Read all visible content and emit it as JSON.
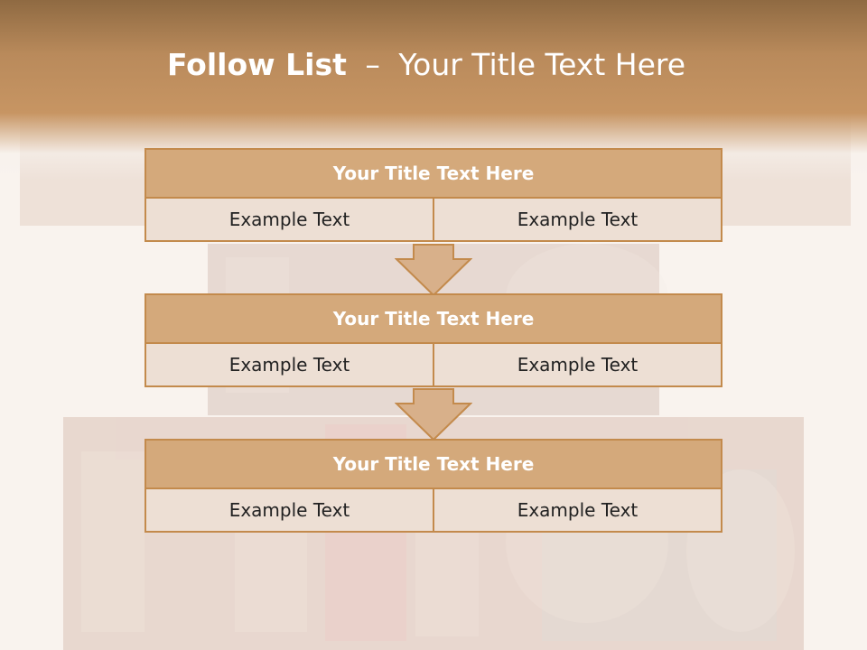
{
  "title": {
    "bold": "Follow List",
    "separator": "–",
    "rest": "Your Title Text Here"
  },
  "colors": {
    "header": "#c79563",
    "block_title": "#d4a97b",
    "block_cell": "#eddfd4",
    "border": "#c38a4c"
  },
  "background_image": "letterpress-know-the-rules",
  "blocks": [
    {
      "title": "Your Title Text Here",
      "left": "Example Text",
      "right": "Example Text"
    },
    {
      "title": "Your Title Text Here",
      "left": "Example Text",
      "right": "Example Text"
    },
    {
      "title": "Your Title Text Here",
      "left": "Example Text",
      "right": "Example Text"
    }
  ]
}
